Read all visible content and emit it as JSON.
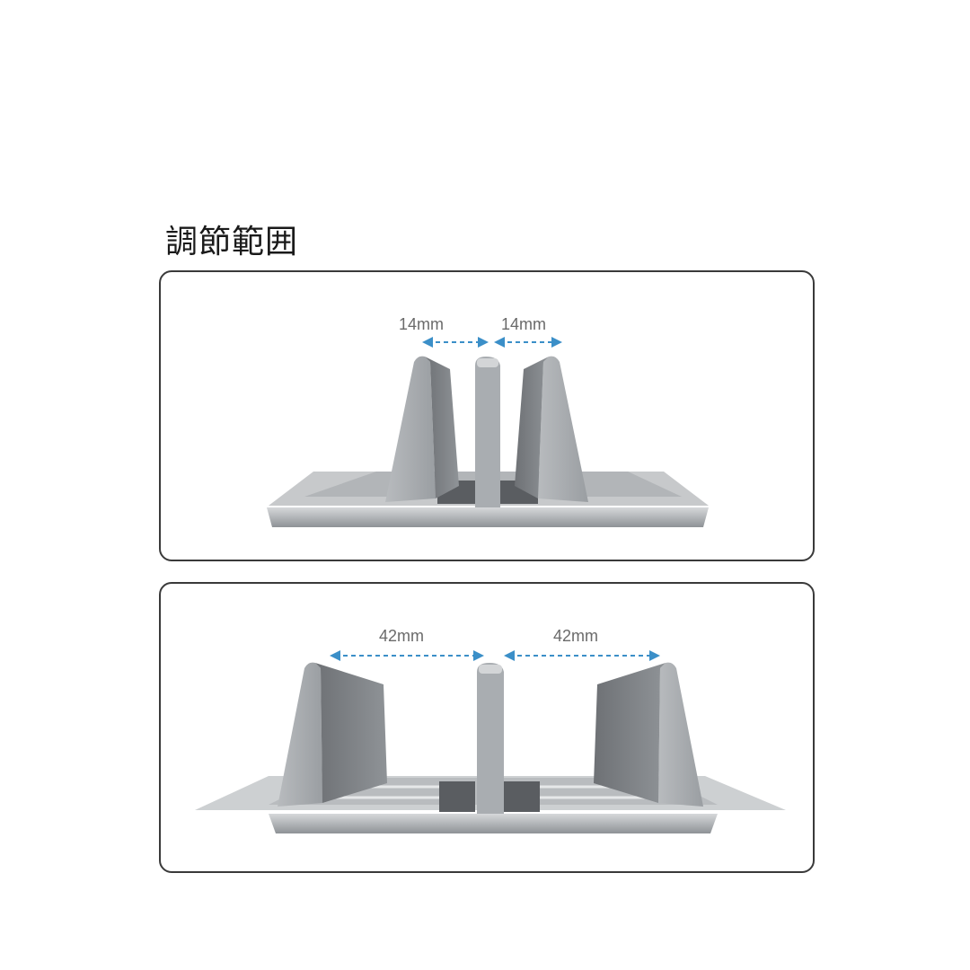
{
  "title": "調節範囲",
  "panels": [
    {
      "left_gap": "14mm",
      "right_gap": "14mm"
    },
    {
      "left_gap": "42mm",
      "right_gap": "42mm"
    }
  ],
  "colors": {
    "arrow": "#3b8fc8",
    "frame": "#3a3a3a",
    "metal": "#9ea2a6",
    "metal_dark": "#5c5f63"
  }
}
